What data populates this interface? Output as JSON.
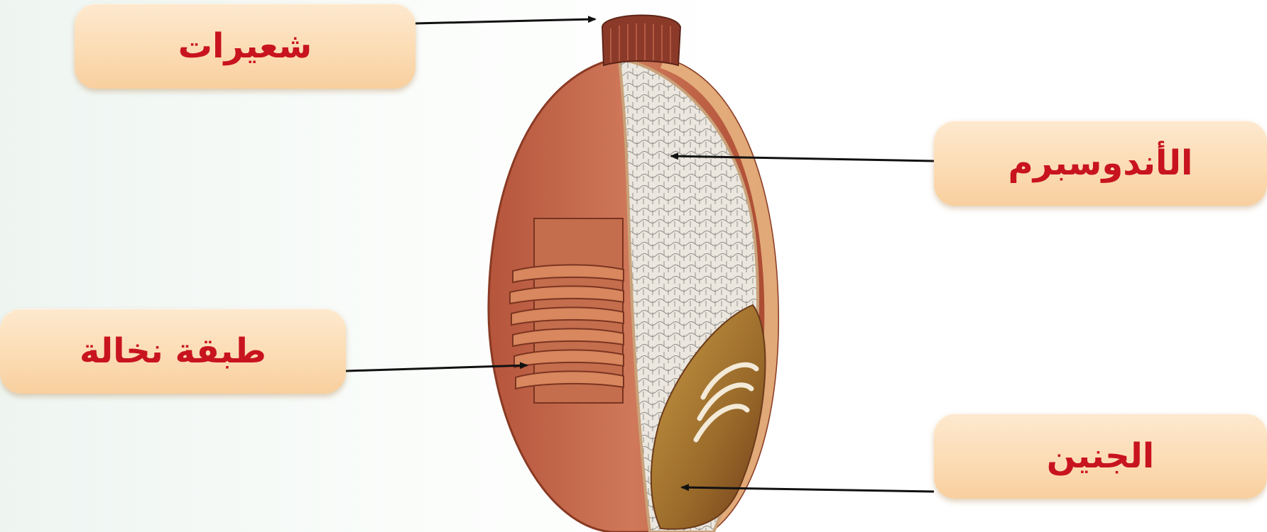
{
  "labels": {
    "hairs": "شعيرات",
    "endosperm": "الأندوسبرم",
    "bran_layer": "طبقة نخالة",
    "embryo": "الجنين"
  },
  "colors": {
    "label_text": "#c8141e",
    "label_fill": "#fcdcb4",
    "grain_outer": "#b5553c",
    "endosperm": "#e9e5dc",
    "embryo": "#9a6a2a",
    "arrow": "#111111"
  }
}
